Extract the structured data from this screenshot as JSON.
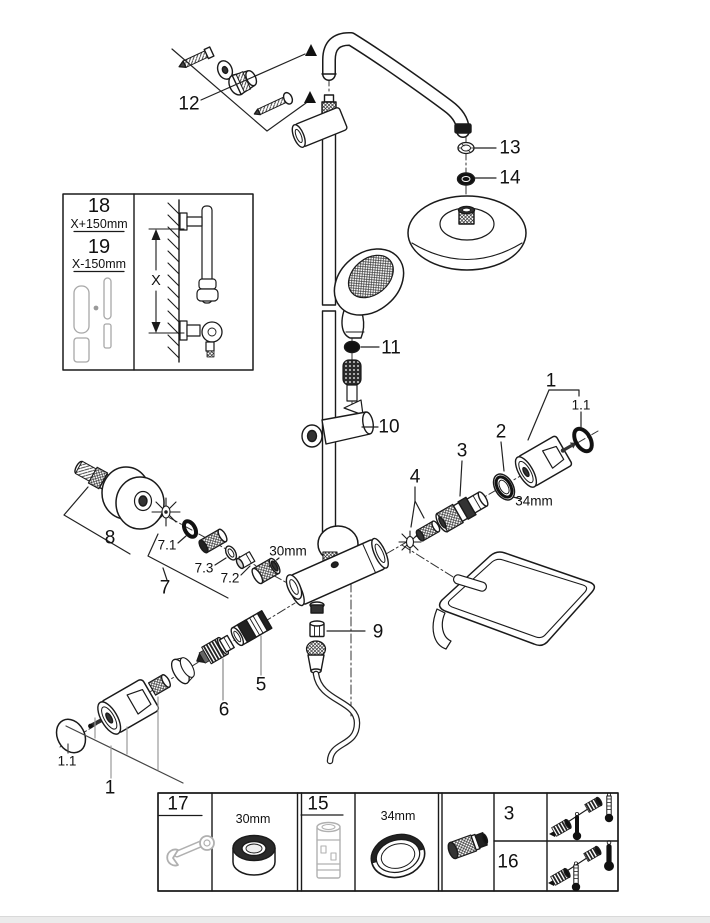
{
  "page": {
    "background": "#ffffff",
    "ink": "#1a1a1a"
  },
  "diagram": {
    "callouts": {
      "part1_left": "1",
      "part1_1_left": "1.1",
      "part1_right": "1",
      "part1_1_right": "1.1",
      "part2": "2",
      "part3": "3",
      "part4": "4",
      "part5": "5",
      "part6": "6",
      "part7": "7",
      "part7_1": "7.1",
      "part7_2": "7.2",
      "part7_3": "7.3",
      "part8": "8",
      "part9": "9",
      "part10": "10",
      "part11": "11",
      "part12": "12",
      "part13": "13",
      "part14": "14",
      "size_30mm": "30mm",
      "size_34mm": "34mm"
    },
    "legend_box": {
      "row1_number": "18",
      "row1_dim": "X+150mm",
      "row2_number": "19",
      "row2_dim": "X-150mm",
      "dim_label": "X"
    },
    "parts_table": {
      "tool_17": "17",
      "size_30mm": "30mm",
      "tool_15": "15",
      "size_34mm": "34mm",
      "row_part3": "3",
      "row_part16": "16"
    },
    "icons": {
      "wrench": "wrench-icon",
      "nut": "nut-30mm-icon",
      "install_tool": "install-tool-15-icon",
      "ring": "ring-34mm-icon",
      "check_valve": "check-valve-icon",
      "thermometer": "thermometer-icon"
    }
  }
}
